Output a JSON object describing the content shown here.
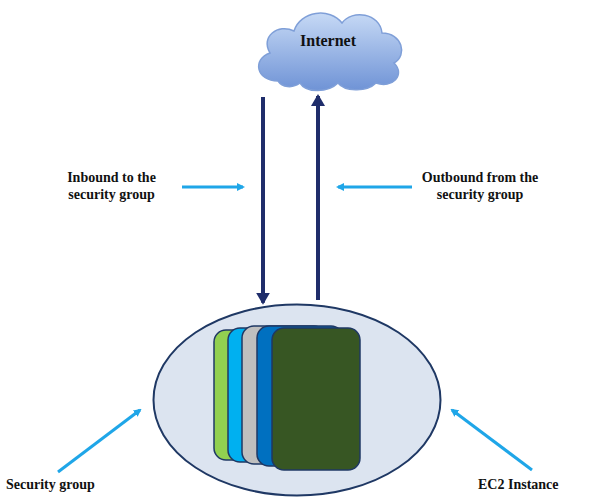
{
  "diagram": {
    "nodes": [
      {
        "text": [
          "Internet"
        ]
      },
      {
        "text": [
          "Security group"
        ]
      }
    ],
    "edges": [
      {
        "from": 0,
        "to": 1,
        "arrow": "to",
        "label": "Inbound to the security group"
      },
      {
        "from": 1,
        "to": 0,
        "arrow": "to",
        "label": "Outbound from the security group"
      }
    ],
    "labels": [
      "EC2 Instance"
    ]
  }
}
